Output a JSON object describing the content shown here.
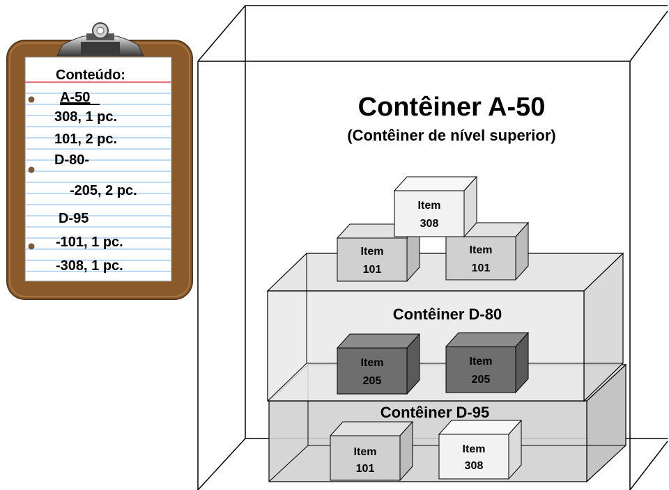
{
  "clipboard": {
    "title": "Conteúdo:",
    "lines": [
      "A-50",
      "308, 1 pc.",
      "101, 2 pc.",
      "D-80-",
      "-205, 2 pc.",
      "D-95",
      "-101, 1 pc.",
      "-308, 1 pc."
    ]
  },
  "container_a50": {
    "title": "Contêiner A-50",
    "subtitle": "(Contêiner de nível superior)"
  },
  "container_d80": {
    "title": "Contêiner D-80"
  },
  "container_d95": {
    "title": "Contêiner D-95"
  },
  "items": {
    "top_308": {
      "line1": "Item",
      "line2": "308"
    },
    "top_101_left": {
      "line1": "Item",
      "line2": "101"
    },
    "top_101_right": {
      "line1": "Item",
      "line2": "101"
    },
    "d80_205_left": {
      "line1": "Item",
      "line2": "205"
    },
    "d80_205_right": {
      "line1": "Item",
      "line2": "205"
    },
    "d95_101": {
      "line1": "Item",
      "line2": "101"
    },
    "d95_308": {
      "line1": "Item",
      "line2": "308"
    }
  },
  "colors": {
    "clipboard_board": "#8b5a2b",
    "paper": "#ffffff",
    "paper_rule": "#a8cdf0",
    "paper_red_rule": "#e8707a",
    "box_light": "#f0f0f0",
    "box_mid": "#d0d0d0",
    "box_dark": "#6e6e6e",
    "container_glass": "#d9d9d9"
  }
}
